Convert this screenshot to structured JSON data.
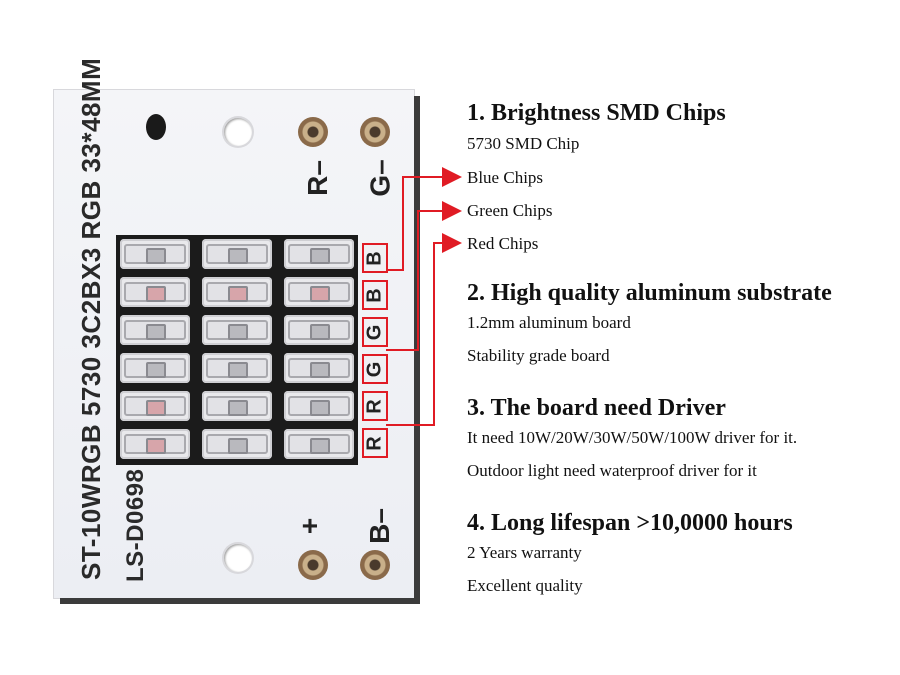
{
  "board": {
    "vertical_text_main": "ST-10WRGB 5730 3C2BX3 RGB 33*48MM",
    "vertical_text_code": "LS-D0698",
    "pin_r": "R–",
    "pin_g": "G–",
    "pin_plus": "+",
    "pin_b": "B–",
    "row_labels": [
      "B",
      "B",
      "G",
      "G",
      "R",
      "R"
    ]
  },
  "features": [
    {
      "title": "1. Brightness SMD Chips",
      "lines": [
        "5730 SMD Chip",
        "Blue Chips",
        "Green Chips",
        "Red Chips"
      ]
    },
    {
      "title": "2. High quality aluminum substrate",
      "lines": [
        "1.2mm aluminum board",
        "Stability  grade board"
      ]
    },
    {
      "title": "3. The board need Driver",
      "lines": [
        "It need 10W/20W/30W/50W/100W driver for it.",
        "Outdoor light need waterproof driver for it"
      ]
    },
    {
      "title": "4. Long lifespan >10,0000 hours",
      "lines": [
        "2 Years warranty",
        "Excellent quality"
      ]
    }
  ],
  "colors": {
    "wire": "#e01b24",
    "board": "#eef0f4",
    "chip_band": "#1b1b1b"
  }
}
